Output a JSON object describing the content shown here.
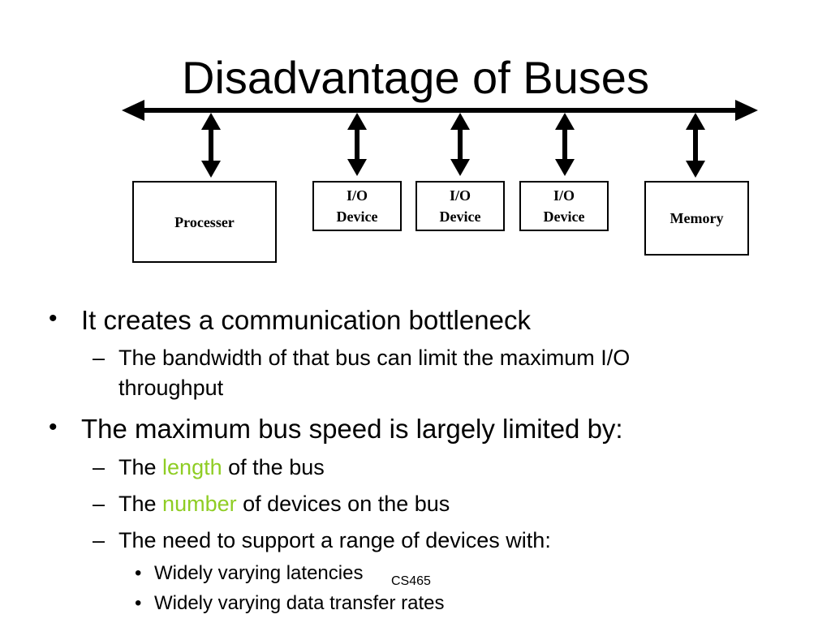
{
  "slide": {
    "title": "Disadvantage of Buses",
    "footer": "CS465",
    "accent_color": "#8fcd24"
  },
  "diagram": {
    "boxes": {
      "processor": "Processer",
      "io1_line1": "I/O",
      "io1_line2": "Device",
      "io2_line1": "I/O",
      "io2_line2": "Device",
      "io3_line1": "I/O",
      "io3_line2": "Device",
      "memory": "Memory"
    }
  },
  "content": {
    "bullet1": "It creates a communication bottleneck",
    "bullet1_sub1_line1": "The bandwidth of that bus can limit the maximum I/O",
    "bullet1_sub1_line2": "throughput",
    "bullet2": "The maximum bus speed is largely limited by:",
    "sub_length_pre": "The",
    "sub_length_word": "length",
    "sub_length_post": "of the bus",
    "sub_number_pre": "The",
    "sub_number_word": "number",
    "sub_number_post": "of devices on the bus",
    "sub_need": "The need to support a range of devices with:",
    "subsub1": "Widely varying latencies",
    "subsub2": "Widely varying data transfer rates"
  }
}
